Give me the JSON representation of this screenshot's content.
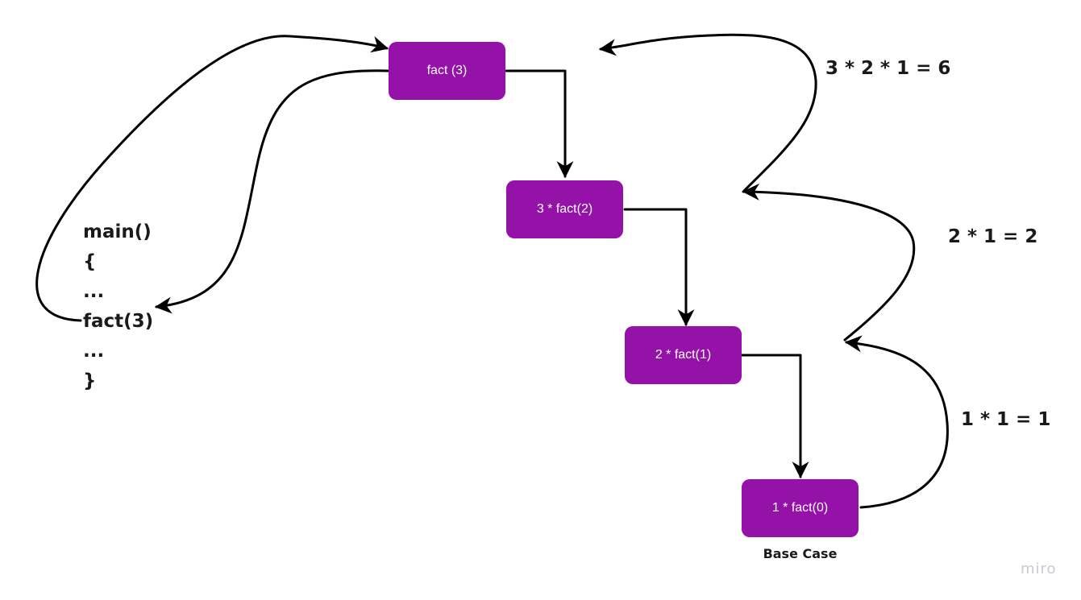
{
  "colors": {
    "box_fill": "#9412a8",
    "box_text": "#ffffff",
    "line": "#000000",
    "label_text": "#1a1a1a",
    "watermark": "#c8c8d6"
  },
  "boxes": [
    {
      "label": "fact (3)"
    },
    {
      "label": "3 * fact(2)"
    },
    {
      "label": "2 * fact(1)"
    },
    {
      "label": "1 * fact(0)"
    }
  ],
  "code_lines": [
    "main()",
    "{",
    "...",
    "fact(3)",
    "...",
    "}"
  ],
  "return_labels": [
    "3 * 2 * 1 = 6",
    "2 * 1 = 2",
    "1 * 1 = 1"
  ],
  "base_case_label": "Base Case",
  "watermark": "miro"
}
